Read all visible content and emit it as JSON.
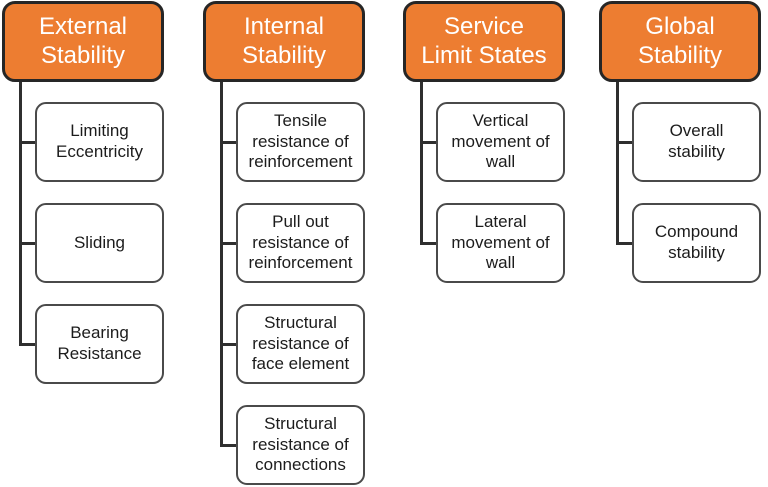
{
  "colors": {
    "header_fill": "#ED7D31",
    "header_border": "#262626",
    "header_text": "#FFFFFF",
    "child_border": "#4A4A4A",
    "child_text": "#1C1C1C",
    "connector": "#2F2F2F",
    "background": "#FFFFFF"
  },
  "columns": [
    {
      "header": "External\nStability",
      "children": [
        "Limiting\nEccentricity",
        "Sliding",
        "Bearing\nResistance"
      ]
    },
    {
      "header": "Internal\nStability",
      "children": [
        "Tensile\nresistance of\nreinforcement",
        "Pull out\nresistance of\nreinforcement",
        "Structural\nresistance of\nface element",
        "Structural\nresistance of\nconnections"
      ]
    },
    {
      "header": "Service\nLimit States",
      "children": [
        "Vertical\nmovement of\nwall",
        "Lateral\nmovement of\nwall"
      ]
    },
    {
      "header": "Global\nStability",
      "children": [
        "Overall\nstability",
        "Compound\nstability"
      ]
    }
  ]
}
